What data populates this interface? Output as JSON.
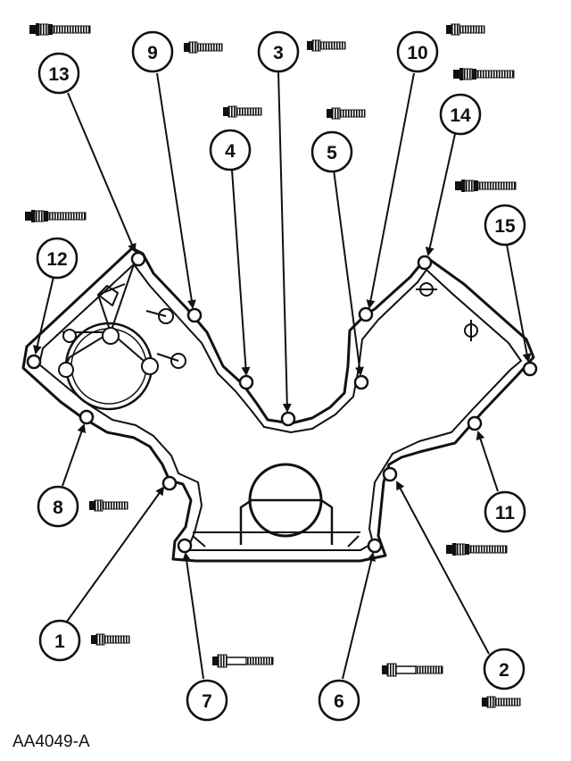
{
  "figure_id": "AA4049-A",
  "callouts": [
    {
      "id": "c1",
      "label": "1"
    },
    {
      "id": "c2",
      "label": "2"
    },
    {
      "id": "c3",
      "label": "3"
    },
    {
      "id": "c4",
      "label": "4"
    },
    {
      "id": "c5",
      "label": "5"
    },
    {
      "id": "c6",
      "label": "6"
    },
    {
      "id": "c7",
      "label": "7"
    },
    {
      "id": "c8",
      "label": "8"
    },
    {
      "id": "c9",
      "label": "9"
    },
    {
      "id": "c10",
      "label": "10"
    },
    {
      "id": "c11",
      "label": "11"
    },
    {
      "id": "c12",
      "label": "12"
    },
    {
      "id": "c13",
      "label": "13"
    },
    {
      "id": "c14",
      "label": "14"
    },
    {
      "id": "c15",
      "label": "15"
    }
  ],
  "colors": {
    "line": "#111111",
    "background": "#ffffff"
  }
}
